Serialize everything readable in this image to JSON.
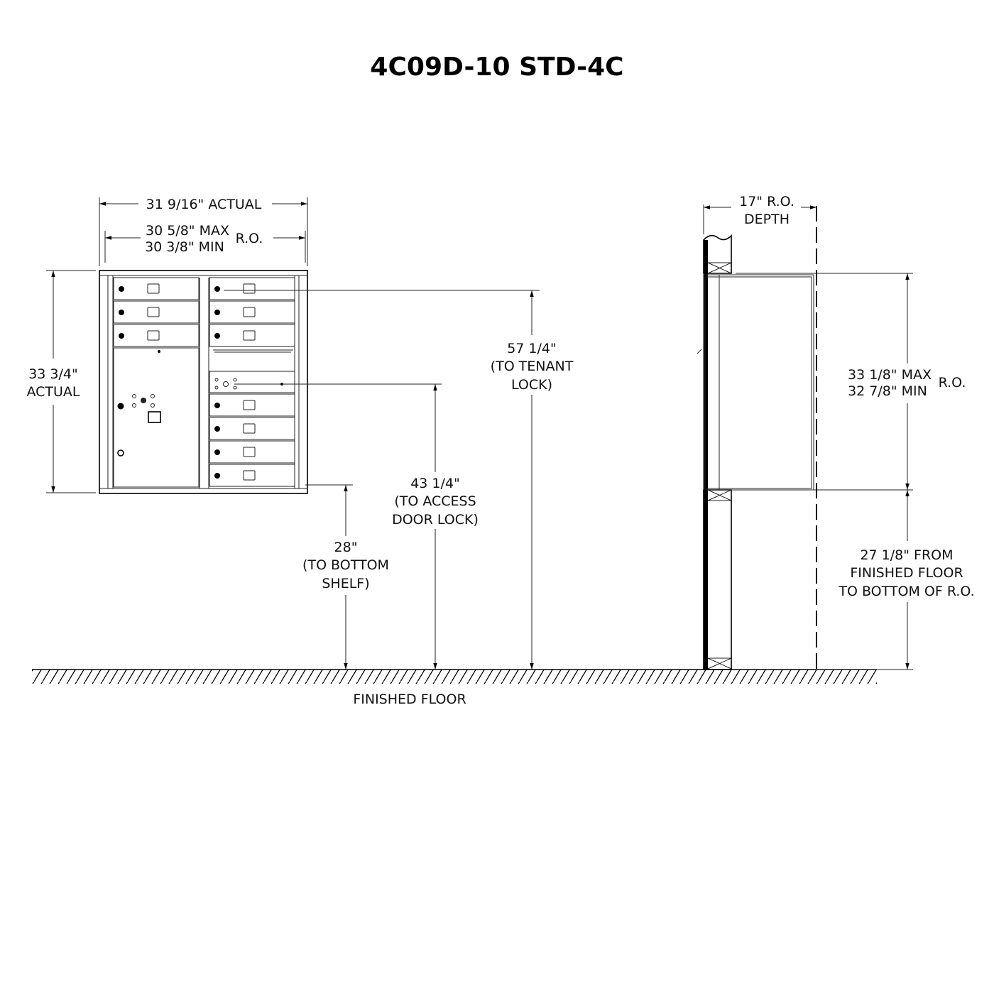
{
  "title": "4C09D-10 STD-4C",
  "front": {
    "width_actual": "31 9/16\" ACTUAL",
    "ro_max": "30 5/8\" MAX",
    "ro_min": "30 3/8\" MIN",
    "ro_label": "R.O.",
    "height_value": "33 3/4\"",
    "height_label": "ACTUAL",
    "tenant_lock": [
      "57 1/4\"",
      "(TO TENANT",
      "LOCK)"
    ],
    "access_lock": [
      "43 1/4\"",
      "(TO ACCESS",
      "DOOR LOCK)"
    ],
    "bottom_shelf": [
      "28\"",
      "(TO BOTTOM",
      "SHELF)"
    ]
  },
  "floor_label": "FINISHED FLOOR",
  "side": {
    "depth": [
      "17\"  R.O.",
      "DEPTH"
    ],
    "ro_max": "33 1/8\" MAX",
    "ro_min": "32 7/8\" MIN",
    "ro_label": "R.O.",
    "from_floor": [
      "27 1/8\"  FROM",
      "FINISHED FLOOR",
      "TO BOTTOM OF R.O."
    ]
  }
}
